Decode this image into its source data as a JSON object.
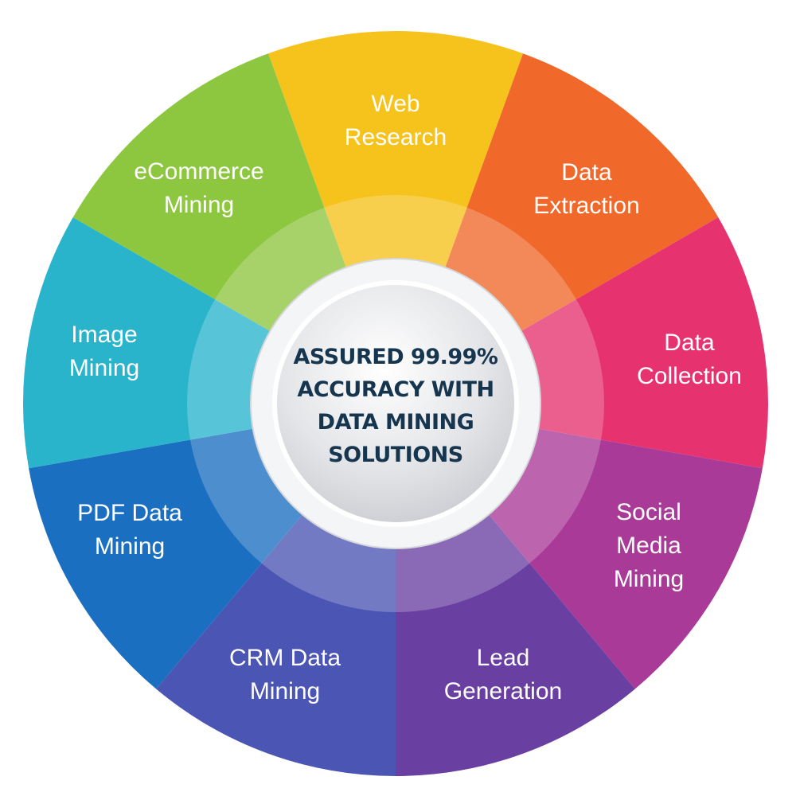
{
  "center": {
    "lines": [
      "ASSURED 99.99%",
      "ACCURACY WITH",
      "DATA MINING",
      "SOLUTIONS"
    ],
    "text_color": "#16354f"
  },
  "segments": [
    {
      "label": "Web\nResearch",
      "color": "#f6c21c"
    },
    {
      "label": "Data\nExtraction",
      "color": "#f0682a"
    },
    {
      "label": "Data\nCollection",
      "color": "#e6336f"
    },
    {
      "label": "Social\nMedia\nMining",
      "color": "#a93a98"
    },
    {
      "label": "Lead\nGeneration",
      "color": "#6a3fa2"
    },
    {
      "label": "CRM Data\nMining",
      "color": "#4b55b3"
    },
    {
      "label": "PDF Data\nMining",
      "color": "#1b6fc0"
    },
    {
      "label": "Image\nMining",
      "color": "#2ab4cc"
    },
    {
      "label": "eCommerce\nMining",
      "color": "#8dc63f"
    }
  ]
}
